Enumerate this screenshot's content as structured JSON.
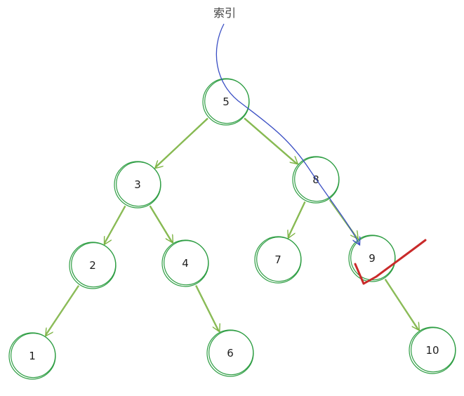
{
  "diagram": {
    "title": "索引",
    "nodes": [
      {
        "id": "n5",
        "label": "5"
      },
      {
        "id": "n3",
        "label": "3"
      },
      {
        "id": "n8",
        "label": "8"
      },
      {
        "id": "n2",
        "label": "2"
      },
      {
        "id": "n4",
        "label": "4"
      },
      {
        "id": "n7",
        "label": "7"
      },
      {
        "id": "n9",
        "label": "9"
      },
      {
        "id": "n1",
        "label": "1"
      },
      {
        "id": "n6",
        "label": "6"
      },
      {
        "id": "n10",
        "label": "10"
      }
    ],
    "edges": [
      {
        "from": "n5",
        "to": "n3"
      },
      {
        "from": "n5",
        "to": "n8"
      },
      {
        "from": "n3",
        "to": "n2"
      },
      {
        "from": "n3",
        "to": "n4"
      },
      {
        "from": "n8",
        "to": "n7"
      },
      {
        "from": "n8",
        "to": "n9"
      },
      {
        "from": "n2",
        "to": "n1"
      },
      {
        "from": "n4",
        "to": "n6"
      },
      {
        "from": "n9",
        "to": "n10"
      }
    ],
    "search_path": [
      "n5",
      "n8",
      "n9"
    ],
    "found_node": "n9",
    "colors": {
      "node_stroke": "#2f9e44",
      "edge": "#7cb342",
      "search_path": "#3b4fc4",
      "check_mark": "#c92a2a",
      "text": "#1e1e1e"
    }
  }
}
